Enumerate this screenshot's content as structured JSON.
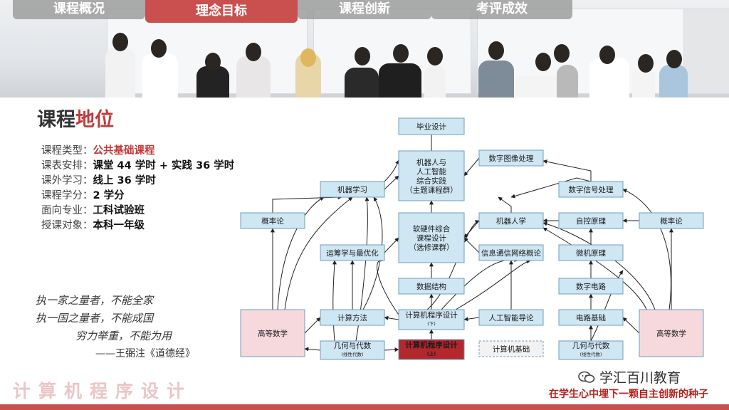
{
  "tabs": [
    "课程概况",
    "理念目标",
    "课程创新",
    "考评成效"
  ],
  "active_tab": 1,
  "left": {
    "title_a": "课程",
    "title_b": "地位",
    "info": [
      {
        "k": "课程类型：",
        "v": "公共基础课程",
        "red": true
      },
      {
        "k": "课表安排：",
        "v": "课堂 44 学时 + 实践 36 学时",
        "red": false
      },
      {
        "k": "课外学习：",
        "v": "线上 36 学时",
        "red": false
      },
      {
        "k": "课程学分：",
        "v": "2 学分",
        "red": false
      },
      {
        "k": "面向专业：",
        "v": "工科试验班",
        "red": false
      },
      {
        "k": "授课对象：",
        "v": "本科一年级",
        "red": false
      }
    ],
    "quote": [
      "执一家之量者，不能全家",
      "执一国之量者，不能成国",
      "穷力举重，不能为用",
      "——王弼注《道德经》"
    ]
  },
  "diagram": {
    "nodes": {
      "biye": [
        "毕业设计"
      ],
      "jqr_ai": [
        "机器人与",
        "人工智能",
        "综合实践",
        "（主题课程群）"
      ],
      "szjx": [
        "数字图像处理"
      ],
      "jqxx": [
        "机器学习"
      ],
      "szxh": [
        "数字信号处理"
      ],
      "gll_l": [
        "概率论"
      ],
      "rjyj": [
        "软硬件综合",
        "课程设计",
        "（选修课群）"
      ],
      "jqrx": [
        "机器人学"
      ],
      "zkyl": [
        "自控原理"
      ],
      "gll_r": [
        "概率论"
      ],
      "ycx": [
        "运筹学与最优化"
      ],
      "xxtx": [
        "信息通信网络概论"
      ],
      "wjyl": [
        "微机原理"
      ],
      "sjjg": [
        "数据结构"
      ],
      "szdl": [
        "数字电路"
      ],
      "gdsx_l": [
        "高等数学"
      ],
      "jsff": [
        "计算方法"
      ],
      "cxsj_xia": [
        "计算机程序设计",
        "(下)"
      ],
      "rgzn": [
        "人工智能导论"
      ],
      "dljc": [
        "电路基础"
      ],
      "gdsx_r": [
        "高等数学"
      ],
      "jhds_l": [
        "几何与代数",
        "(线性代数)"
      ],
      "cxsj_shang": [
        "计算机程序设计",
        "(上)"
      ],
      "jsjjc": [
        "计算机基础"
      ],
      "jhds_r": [
        "几何与代数",
        "(线性代数)"
      ]
    }
  },
  "footer": {
    "course": "计算机程序设计",
    "wechat": "学汇百川教育",
    "slogan": "在学生心中埋下一颗自主创新的种子"
  },
  "colors": {
    "accent": "#c9504f",
    "node_fill": "#cfe6f3",
    "math_fill": "#f6d9dd",
    "highlight_fill": "#b3272d"
  }
}
